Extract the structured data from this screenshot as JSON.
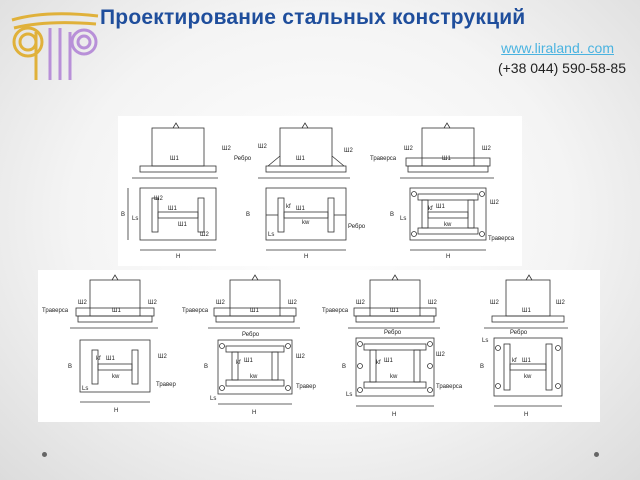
{
  "header": {
    "title": "Проектирование стальных конструкций",
    "website": "www.liraland. com",
    "phone": "(+38 044) 590-58-85"
  },
  "colors": {
    "title": "#1f4e9c",
    "website": "#4ab3e0",
    "logo_gold": "#e0b13a",
    "logo_violet": "#b890d8",
    "drawing_ink": "#333333"
  },
  "top_row": [
    {
      "labels": [
        "Ш2",
        "Ш1",
        "Ш2",
        "Ш1",
        "Ш2",
        "Ш1",
        "В",
        "Н",
        "Ls"
      ],
      "callouts": []
    },
    {
      "labels": [
        "Ш2",
        "Ш1",
        "Ш2",
        "Ш1",
        "В",
        "Н",
        "kf",
        "kw",
        "Ls"
      ],
      "callouts": [
        "Ребро",
        "Ребро"
      ]
    },
    {
      "labels": [
        "Ш2",
        "Ш1",
        "Ш2",
        "Ш1",
        "Ш2",
        "В",
        "Н",
        "kf",
        "kw",
        "Ls"
      ],
      "callouts": [
        "Траверса",
        "Траверса"
      ]
    }
  ],
  "bottom_row": [
    {
      "labels": [
        "Ш2",
        "Ш1",
        "Ш2",
        "Ш1",
        "Ш2",
        "В",
        "Н",
        "kf",
        "kw",
        "Ls"
      ],
      "callouts": [
        "Траверса",
        "Травер"
      ]
    },
    {
      "labels": [
        "Ш2",
        "Ш1",
        "Ш2",
        "Ш1",
        "Ш2",
        "В",
        "Н",
        "kf",
        "kw",
        "Ls"
      ],
      "callouts": [
        "Траверса",
        "Ребро",
        "Травер"
      ]
    },
    {
      "labels": [
        "Ш2",
        "Ш1",
        "Ш2",
        "Ш1",
        "Ш2",
        "В",
        "Н",
        "kf",
        "kw",
        "Ls"
      ],
      "callouts": [
        "Траверса",
        "Ребро",
        "Траверса"
      ]
    },
    {
      "labels": [
        "Ш2",
        "Ш1",
        "Ш2",
        "Ш1",
        "В",
        "Н",
        "kf",
        "kw",
        "Ls"
      ],
      "callouts": [
        "Ребро"
      ]
    }
  ]
}
